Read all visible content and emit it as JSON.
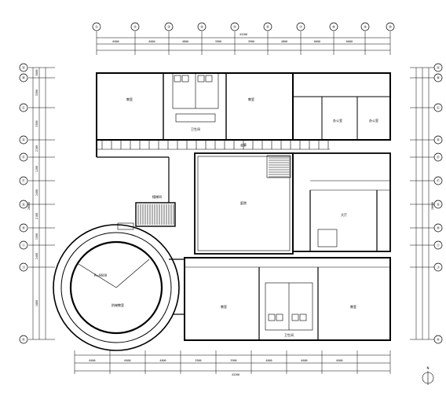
{
  "drawing": {
    "top_total_dim": "43200",
    "bottom_total_dim": "43200",
    "left_total_dim": "28800",
    "right_total_dim": "28800",
    "north_label": "N"
  },
  "top_axes": [
    "①",
    "②",
    "③",
    "④",
    "⑤",
    "⑥",
    "⑦",
    "⑧",
    "⑨",
    "⑩"
  ],
  "top_segments": [
    "6600",
    "6600",
    "4800",
    "3900",
    "3900",
    "4800",
    "6600",
    "6000"
  ],
  "left_axes": [
    "Ⓐ",
    "Ⓑ",
    "Ⓒ",
    "Ⓓ",
    "Ⓔ",
    "Ⓕ",
    "Ⓖ",
    "Ⓗ",
    "Ⓘ",
    "Ⓙ",
    "Ⓚ"
  ],
  "left_segments": [
    "3600",
    "3300",
    "3300",
    "2100",
    "1200",
    "2400",
    "2100",
    "1500",
    "2400",
    "1800"
  ],
  "right_axes": [
    "Ⓐ",
    "Ⓑ",
    "Ⓒ",
    "Ⓓ",
    "Ⓔ",
    "Ⓕ",
    "Ⓖ",
    "Ⓗ",
    "Ⓘ",
    "Ⓙ",
    "Ⓚ"
  ],
  "bottom_axes": [
    "①",
    "②",
    "③",
    "④",
    "⑤",
    "⑥",
    "⑦",
    "⑧",
    "⑨",
    "⑩"
  ],
  "bottom_segments": [
    "6600",
    "6600",
    "4800",
    "3900",
    "3900",
    "4800",
    "6600",
    "6000"
  ],
  "rooms": {
    "classroom_nw": "教室",
    "classroom_n": "教室",
    "toilet_n": "卫生间",
    "office_ne": "办公室",
    "office_ne2": "办公室",
    "courtyard": "庭院",
    "stair_mid": "楼梯间",
    "hall_e": "大厅",
    "lecture_round": "阶梯教室",
    "classroom_sw": "教室",
    "classroom_se": "教室",
    "toilet_s": "卫生间",
    "corridor": "走廊",
    "radius_label": "R=9600"
  }
}
